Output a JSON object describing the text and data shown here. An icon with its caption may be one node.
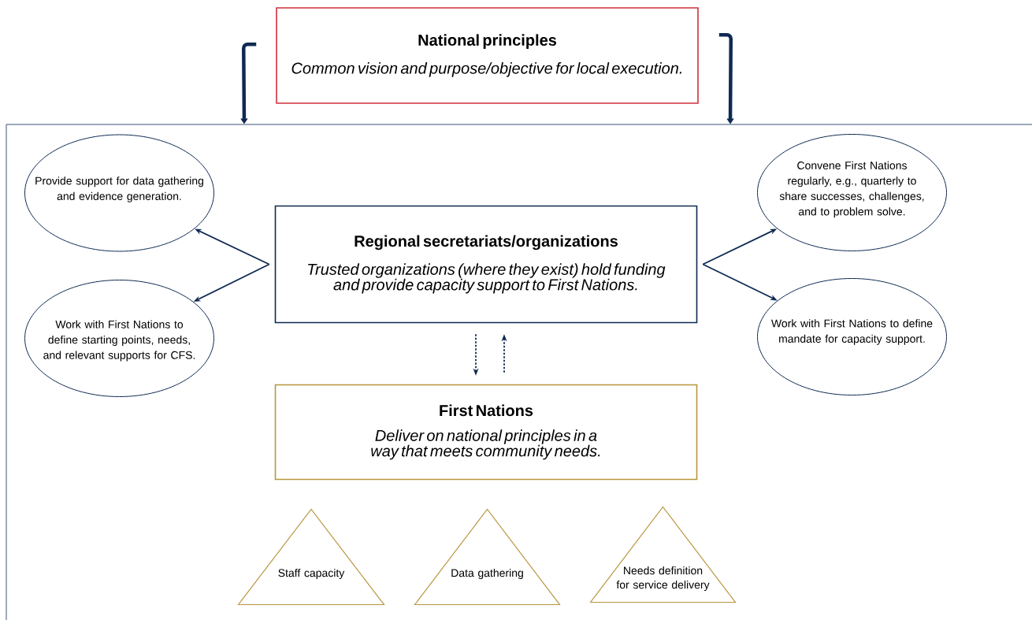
{
  "diagram": {
    "nodes": [
      {
        "text": [
          "National principles",
          "Common vision and purpose/objective for local execution."
        ]
      },
      {
        "text": [],
        "shape": "box"
      },
      {
        "text": [
          "Regional secretariats/organizations",
          "Trusted organizations (where they exist) hold funding and provide capacity support to First Nations."
        ],
        "in": 1
      },
      {
        "text": [
          "Provide support for data gathering and evidence generation."
        ],
        "in": 1
      },
      {
        "text": [
          "Work with First Nations to define starting points, needs, and relevant supports for CFS."
        ],
        "in": 1
      },
      {
        "text": [
          "Convene First Nations regularly, e.g., quarterly to share successes, challenges, and to problem solve."
        ],
        "in": 1
      },
      {
        "text": [
          "Work with First Nations to define mandate for capacity support."
        ],
        "in": 1
      },
      {
        "text": [
          "First Nations",
          "Deliver on national principles in a way that meets community needs."
        ],
        "in": 1
      },
      {
        "text": [
          "Staff capacity"
        ],
        "in": 1
      },
      {
        "text": [
          "Data gathering"
        ],
        "in": 1
      },
      {
        "text": [
          "Needs definition for service delivery"
        ],
        "in": 1
      }
    ],
    "edges": [
      {
        "from": 0,
        "to": 1,
        "arrow": "to",
        "style": "thick"
      },
      {
        "from": 0,
        "to": 1,
        "arrow": "to",
        "style": "thick"
      },
      {
        "from": 2,
        "to": 3,
        "arrow": "to"
      },
      {
        "from": 2,
        "to": 4,
        "arrow": "to"
      },
      {
        "from": 2,
        "to": 5,
        "arrow": "to"
      },
      {
        "from": 2,
        "to": 6,
        "arrow": "to"
      },
      {
        "from": 2,
        "to": 7,
        "arrow": "to",
        "style": "dashed"
      },
      {
        "from": 7,
        "to": 2,
        "arrow": "to",
        "style": "dashed"
      }
    ]
  }
}
